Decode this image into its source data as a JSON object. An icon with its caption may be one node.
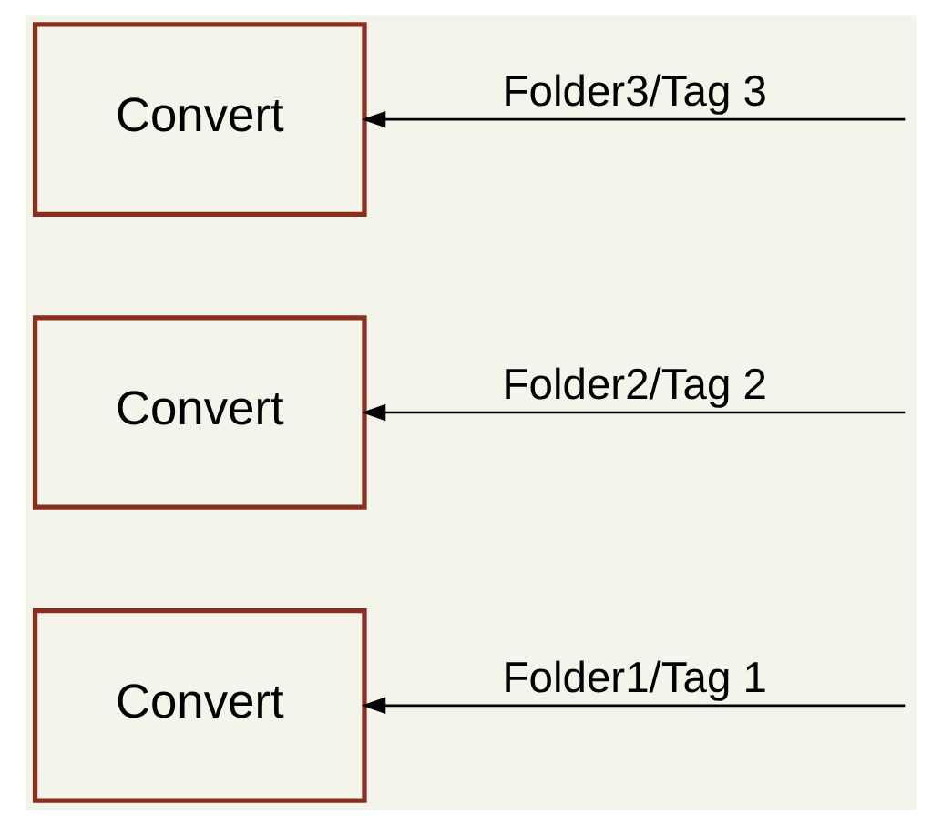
{
  "diagram": {
    "nodes": [
      {
        "text": [
          "Convert"
        ]
      },
      {
        "text": [
          "Convert"
        ]
      },
      {
        "text": [
          "Convert"
        ]
      }
    ],
    "edges": [
      {
        "from": null,
        "to": 0,
        "arrow": "to",
        "label": "Folder1/Tag 1"
      },
      {
        "from": null,
        "to": 1,
        "arrow": "to",
        "label": "Folder2/Tag 2"
      },
      {
        "from": null,
        "to": 2,
        "arrow": "to",
        "label": "Folder3/Tag 3"
      }
    ]
  }
}
